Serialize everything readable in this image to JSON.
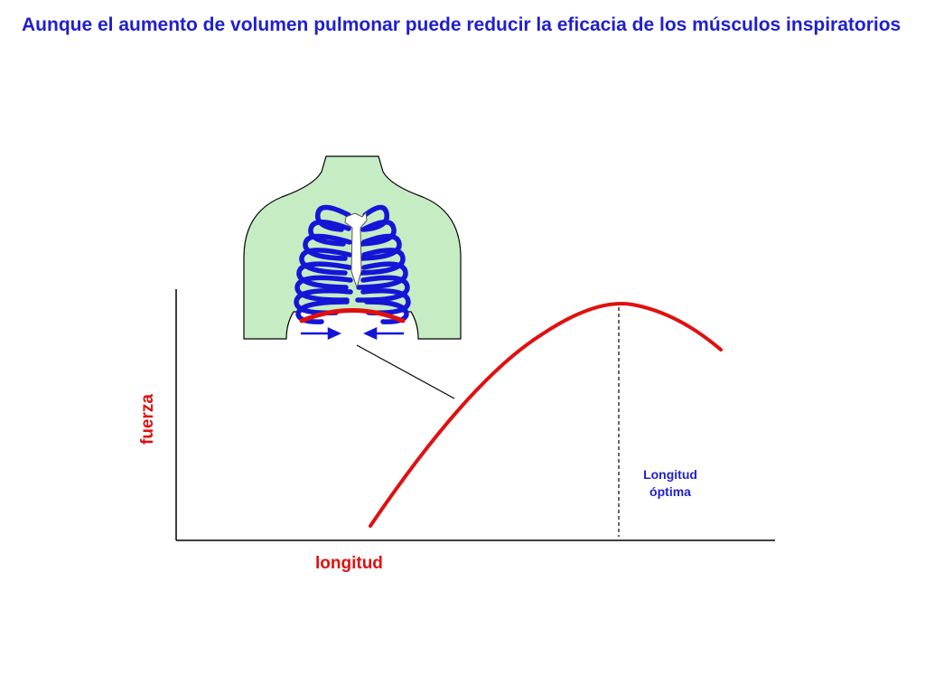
{
  "slide": {
    "title": "Aunque el aumento de volumen pulmonar puede reducir la eficacia de los músculos inspiratorios"
  },
  "graph": {
    "ylabel": "fuerza",
    "xlabel": "longitud",
    "annotation": {
      "line1": "Longitud",
      "line2": "óptima"
    }
  },
  "colors": {
    "title": "#1f1fd0",
    "curve": "#e01010",
    "ribs": "#1515d8",
    "torso": "#c6ecc4",
    "diaphragm": "#e01010"
  }
}
